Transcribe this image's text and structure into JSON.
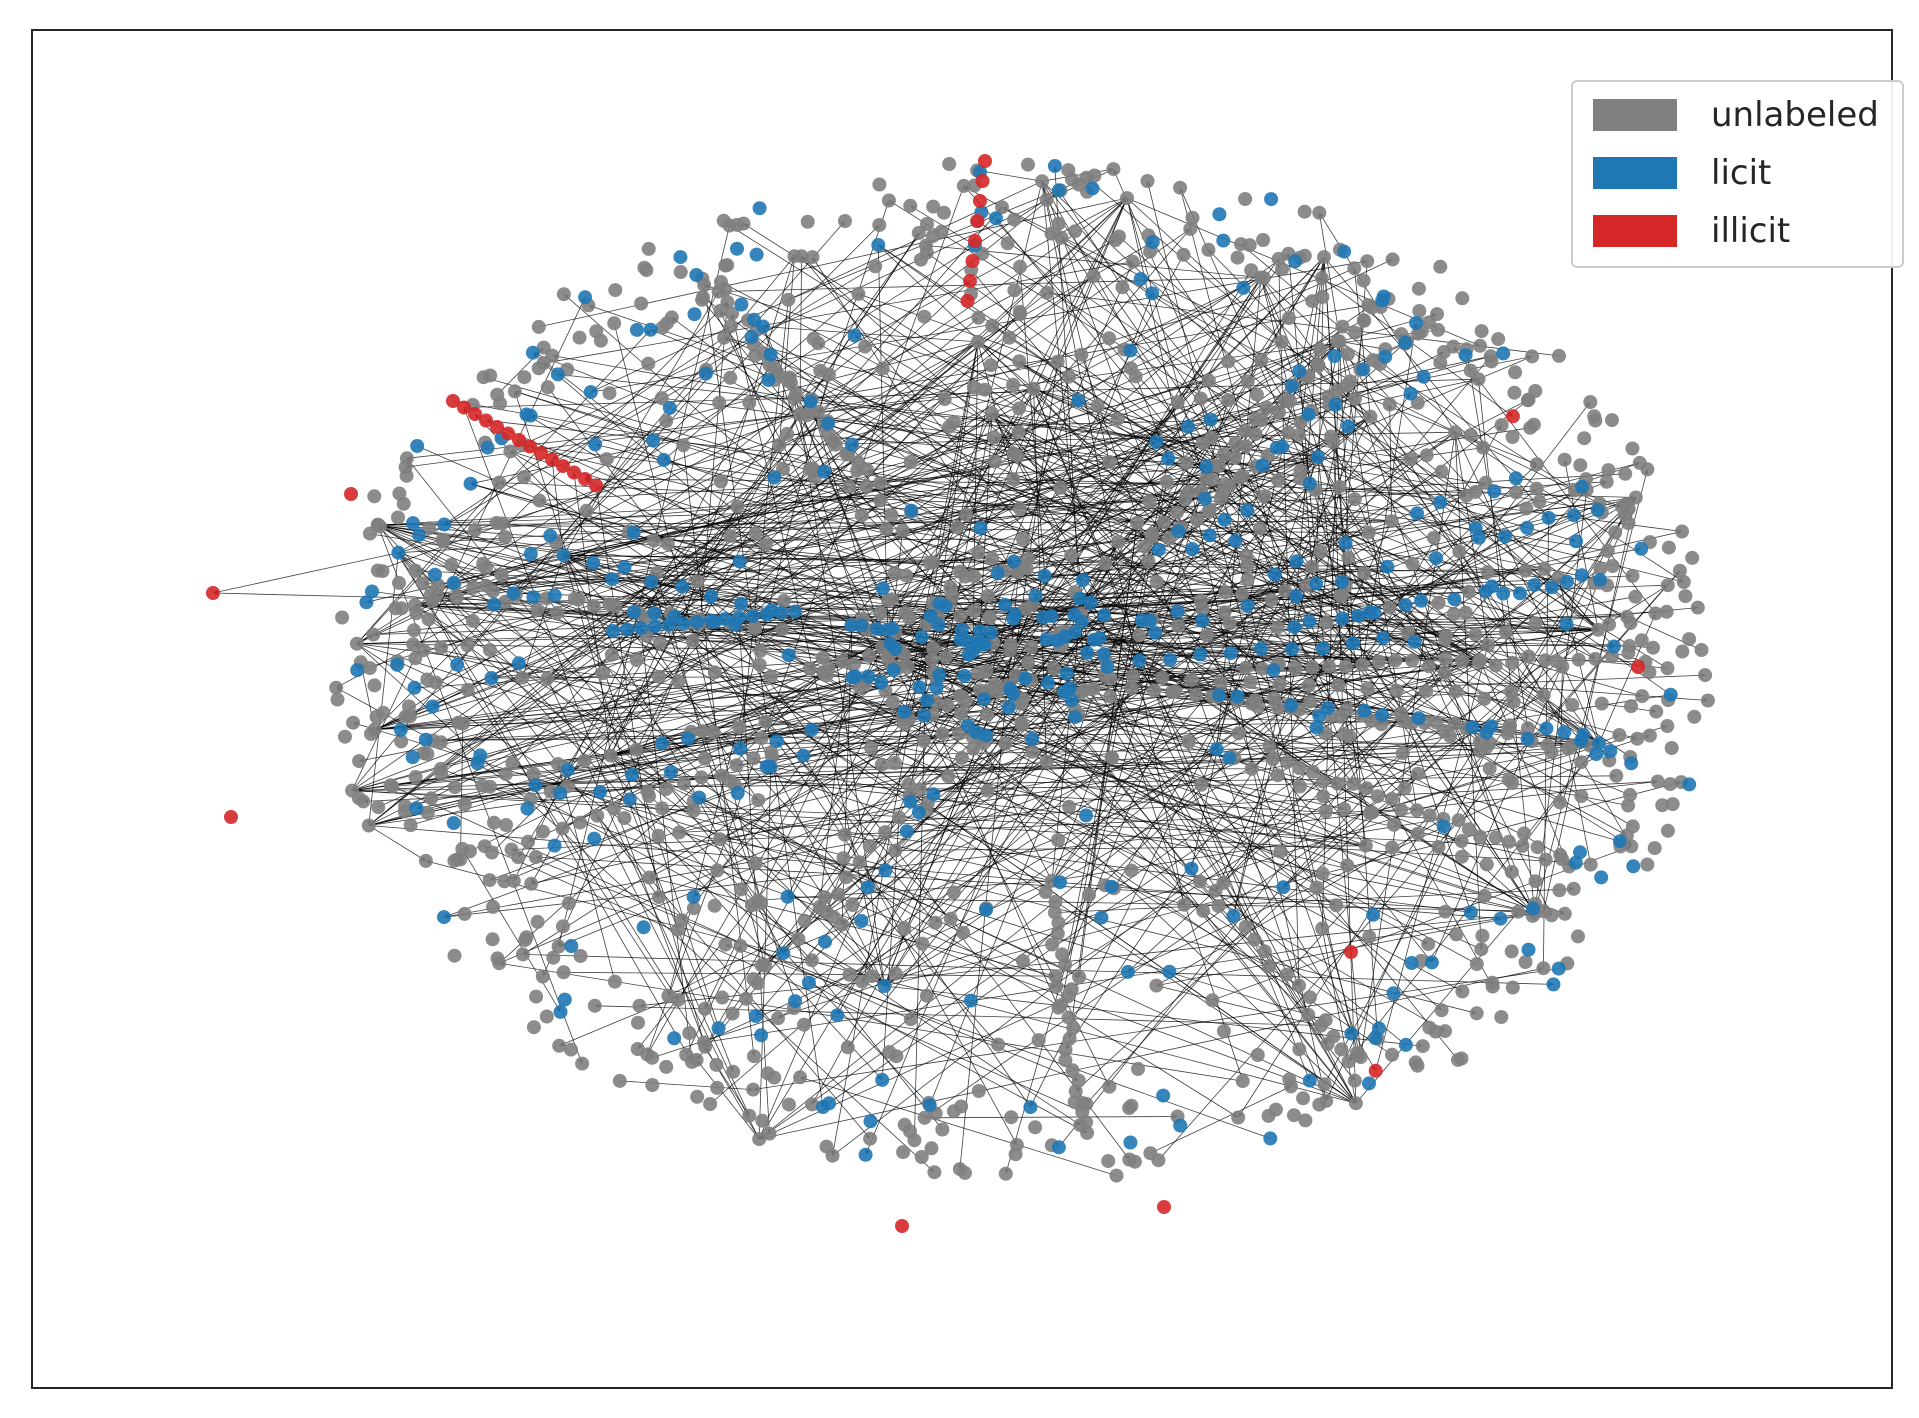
{
  "figure": {
    "type": "directed network graph",
    "legend": {
      "placement": "top-right",
      "items": [
        {
          "label": "unlabeled",
          "color": "#808080"
        },
        {
          "label": "licit",
          "color": "#1f77b4"
        },
        {
          "label": "illicit",
          "color": "#d62728"
        }
      ]
    },
    "node_colors": {
      "unlabeled": "#808080",
      "licit": "#1f77b4",
      "illicit": "#d62728"
    },
    "edge_color": "#000000",
    "frame_color": "#262626"
  }
}
